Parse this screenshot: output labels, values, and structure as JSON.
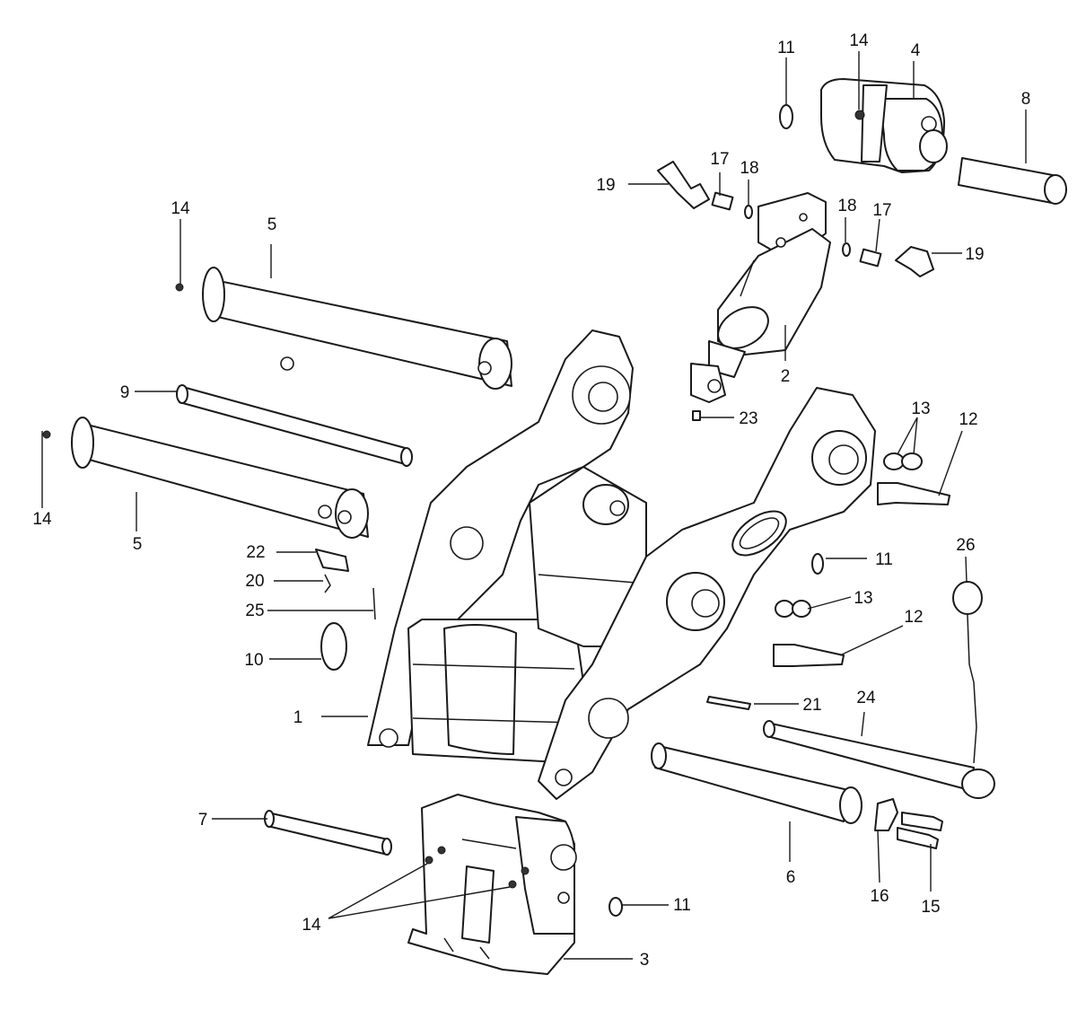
{
  "labels": {
    "l1": "1",
    "l2": "2",
    "l3": "3",
    "l4": "4",
    "l5a": "5",
    "l5b": "5",
    "l6": "6",
    "l7": "7",
    "l8": "8",
    "l9": "9",
    "l10": "10",
    "l11a": "11",
    "l11b": "11",
    "l11c": "11",
    "l12a": "12",
    "l12b": "12",
    "l13a": "13",
    "l13b": "13",
    "l14a": "14",
    "l14b": "14",
    "l14c": "14",
    "l14d": "14",
    "l15": "15",
    "l16": "16",
    "l17a": "17",
    "l17b": "17",
    "l18a": "18",
    "l18b": "18",
    "l19a": "19",
    "l19b": "19",
    "l20": "20",
    "l21": "21",
    "l22": "22",
    "l23": "23",
    "l24": "24",
    "l25": "25",
    "l26": "26"
  }
}
